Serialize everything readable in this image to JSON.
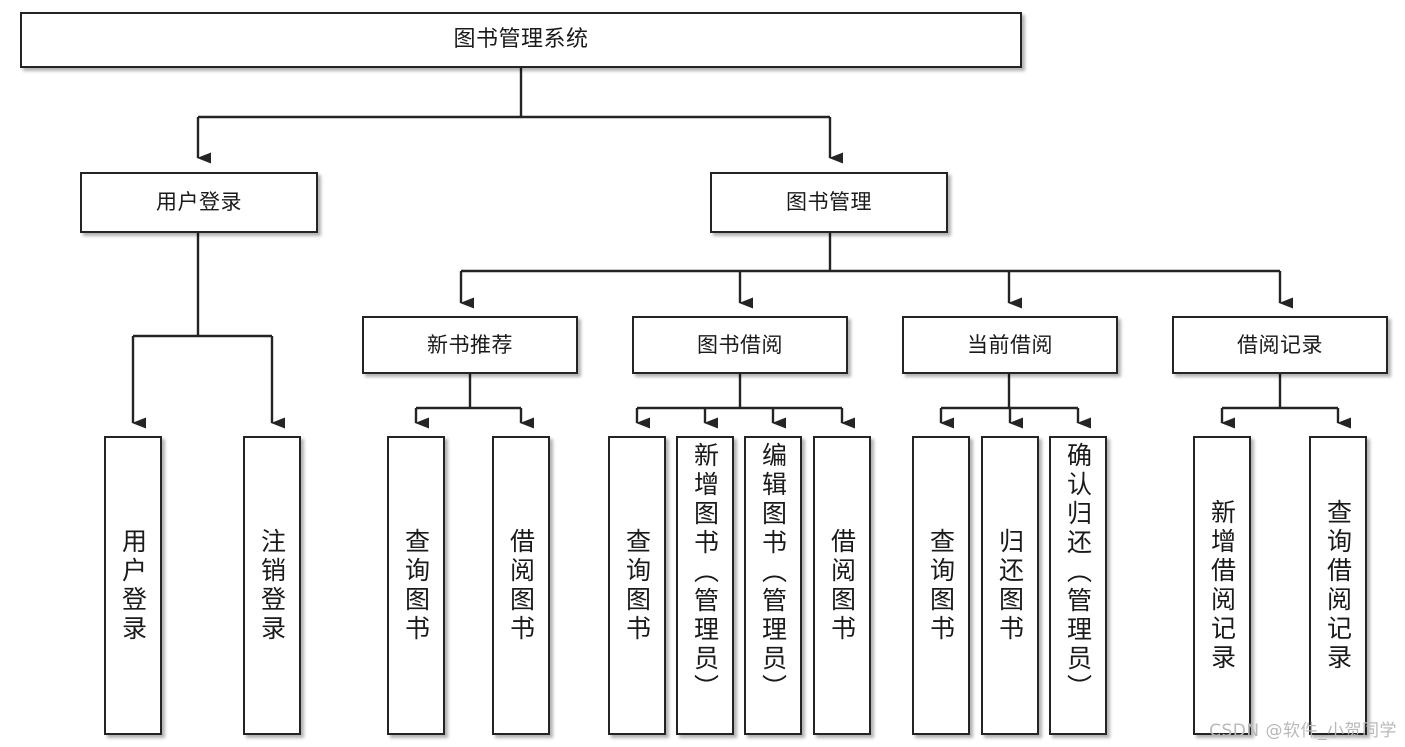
{
  "diagram": {
    "type": "tree-hierarchy",
    "title": "图书管理系统",
    "watermark": "CSDN @软件_小贺同学",
    "colors": {
      "stroke": "#242424",
      "fill": "#ffffff",
      "text": "#1a1a1a",
      "watermark": "#b9b9b9"
    },
    "nodes": {
      "root": {
        "label": "图书管理系统"
      },
      "level1": [
        {
          "label": "用户登录"
        },
        {
          "label": "图书管理"
        }
      ],
      "level2": [
        {
          "label": "新书推荐"
        },
        {
          "label": "图书借阅"
        },
        {
          "label": "当前借阅"
        },
        {
          "label": "借阅记录"
        }
      ],
      "leaves": {
        "user_login": [
          {
            "label": "用户登录"
          },
          {
            "label": "注销登录"
          }
        ],
        "new_book_recommend": [
          {
            "label": "查询图书"
          },
          {
            "label": "借阅图书"
          }
        ],
        "book_borrow": [
          {
            "label": "查询图书"
          },
          {
            "label": "新增图书（管理员）"
          },
          {
            "label": "编辑图书（管理员）"
          },
          {
            "label": "借阅图书"
          }
        ],
        "current_borrow": [
          {
            "label": "查询图书"
          },
          {
            "label": "归还图书"
          },
          {
            "label": "确认归还（管理员）"
          }
        ],
        "borrow_record": [
          {
            "label": "新增借阅记录"
          },
          {
            "label": "查询借阅记录"
          }
        ]
      }
    }
  }
}
